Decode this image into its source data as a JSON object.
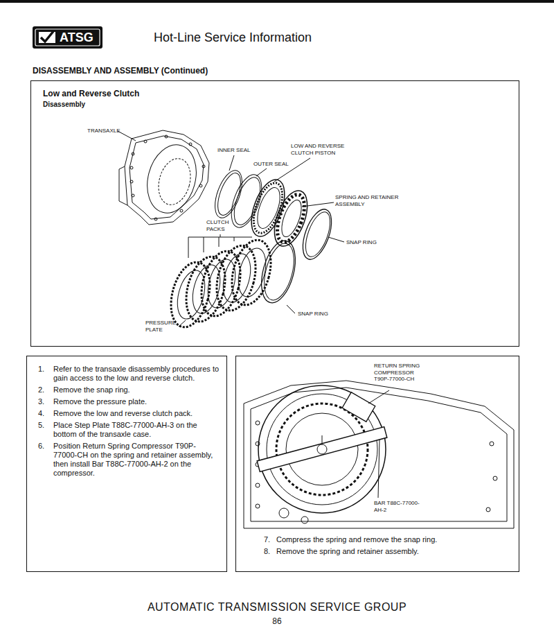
{
  "diagram": {
    "title": "Hot-Line Service Information",
    "nodes": [
      {
        "text": [
          "Low and Reverse Clutch",
          "Disassembly"
        ]
      },
      {
        "text": [
          "1.",
          "Refer to the transaxle disassembly procedures to gain access to the low and reverse clutch.",
          "2.",
          "Remove the snap ring.",
          "3.",
          "Remove the pressure plate.",
          "4.",
          "Remove the low and reverse clutch pack.",
          "5.",
          "Place Step Plate T88C-77000-AH-3 on the bottom of the transaxle case.",
          "6.",
          "Position Return Spring Compressor T90P-77000-CH on the spring and retainer assembly, then install Bar T88C-77000-AH-2 on the compressor."
        ]
      },
      {
        "text": [
          "7.",
          "Compress the spring and remove the snap ring.",
          "8.",
          "Remove the spring and retainer assembly."
        ]
      }
    ],
    "labels": [
      "ATSG",
      "DISASSEMBLY AND ASSEMBLY (Continued)",
      "TRANSAXLE",
      "INNER SEAL",
      "LOW AND REVERSE CLUTCH PISTON",
      "OUTER SEAL",
      "SPRING AND RETAINER ASSEMBLY",
      "CLUTCH PACKS",
      "SNAP RING",
      "SNAP RING",
      "PRESSURE PLATE",
      "RETURN SPRING COMPRESSOR T90P-77000-CH",
      "BAR T88C-77000-AH-2",
      "AUTOMATIC TRANSMISSION SERVICE GROUP",
      "86"
    ]
  }
}
